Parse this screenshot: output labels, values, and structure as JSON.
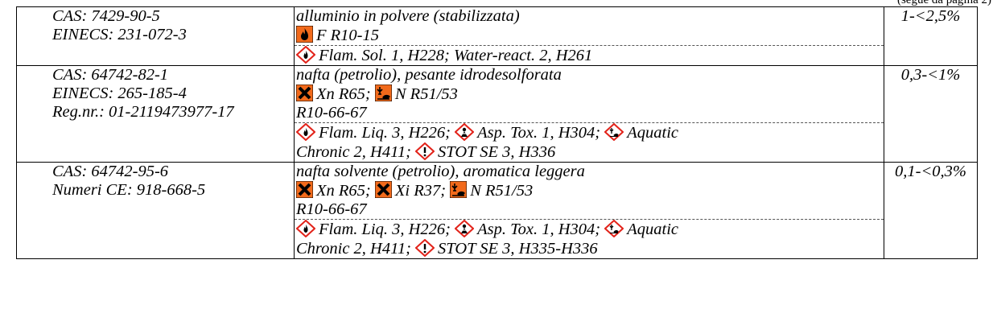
{
  "continuation": "(segue da pagina 2)",
  "rows": [
    {
      "ids": [
        "CAS: 7429-90-5",
        "EINECS: 231-072-3"
      ],
      "name": "alluminio in polvere (stabilizzata)",
      "dsd_line1": "F R10-15",
      "clp_line1": "Flam. Sol. 1, H228; Water-react. 2, H261",
      "concentration": "1-<2,5%"
    },
    {
      "ids": [
        "CAS: 64742-82-1",
        "EINECS: 265-185-4",
        "Reg.nr.: 01-2119473977-17"
      ],
      "name": "nafta (petrolio), pesante idrodesolforata",
      "dsd_a": "Xn R65;",
      "dsd_b": "N R51/53",
      "dsd_line2": "R10-66-67",
      "clp_a": "Flam. Liq. 3, H226;",
      "clp_b": "Asp. Tox. 1, H304;",
      "clp_c": "Aquatic",
      "clp_line2a": "Chronic 2, H411;",
      "clp_line2b": "STOT SE 3, H336",
      "concentration": "0,3-<1%"
    },
    {
      "ids": [
        "CAS: 64742-95-6",
        "Numeri CE: 918-668-5"
      ],
      "name": "nafta solvente (petrolio), aromatica leggera",
      "dsd_a": "Xn R65;",
      "dsd_b": "Xi R37;",
      "dsd_c": "N R51/53",
      "dsd_line2": "R10-66-67",
      "clp_a": "Flam. Liq. 3, H226;",
      "clp_b": "Asp. Tox. 1, H304;",
      "clp_c": "Aquatic",
      "clp_line2a": "Chronic 2, H411;",
      "clp_line2b": "STOT SE 3, H335-H336",
      "concentration": "0,1-<0,3%"
    }
  ],
  "colors": {
    "hazard_orange": "#f26a1b",
    "ghs_red": "#e2231a"
  }
}
